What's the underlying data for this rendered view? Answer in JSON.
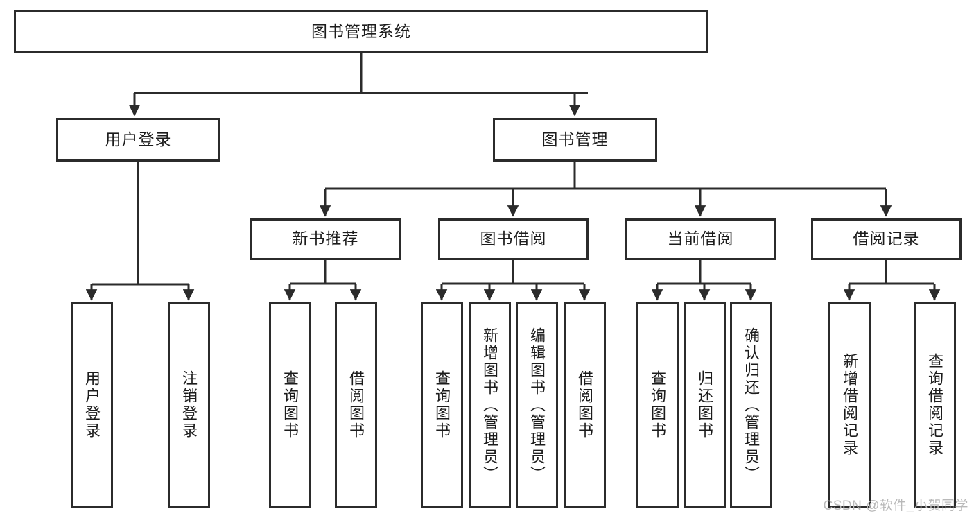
{
  "diagram": {
    "title": "图书管理系统",
    "type": "hierarchy-tree",
    "watermark": "CSDN @软件_小贺同学",
    "colors": {
      "box_border": "#2b2b2b",
      "box_fill": "#ffffff",
      "edge": "#2b2b2b",
      "text": "#1c1c1c",
      "watermark": "#b9b9b9"
    },
    "nodes": {
      "root": {
        "label": "图书管理系统"
      },
      "level2": [
        {
          "label": "用户登录"
        },
        {
          "label": "图书管理"
        }
      ],
      "level3": [
        {
          "label": "新书推荐"
        },
        {
          "label": "图书借阅"
        },
        {
          "label": "当前借阅"
        },
        {
          "label": "借阅记录"
        }
      ],
      "leaves": {
        "user_login": [
          {
            "label": "用户登录"
          },
          {
            "label": "注销登录"
          }
        ],
        "new_book_recommend": [
          {
            "label": "查询图书"
          },
          {
            "label": "借阅图书"
          }
        ],
        "book_borrow": [
          {
            "label": "查询图书"
          },
          {
            "label": "新增图书（管理员）"
          },
          {
            "label": "编辑图书（管理员）"
          },
          {
            "label": "借阅图书"
          }
        ],
        "current_borrow": [
          {
            "label": "查询图书"
          },
          {
            "label": "归还图书"
          },
          {
            "label": "确认归还（管理员）"
          }
        ],
        "borrow_records": [
          {
            "label": "新增借阅记录"
          },
          {
            "label": "查询借阅记录"
          }
        ]
      }
    }
  }
}
